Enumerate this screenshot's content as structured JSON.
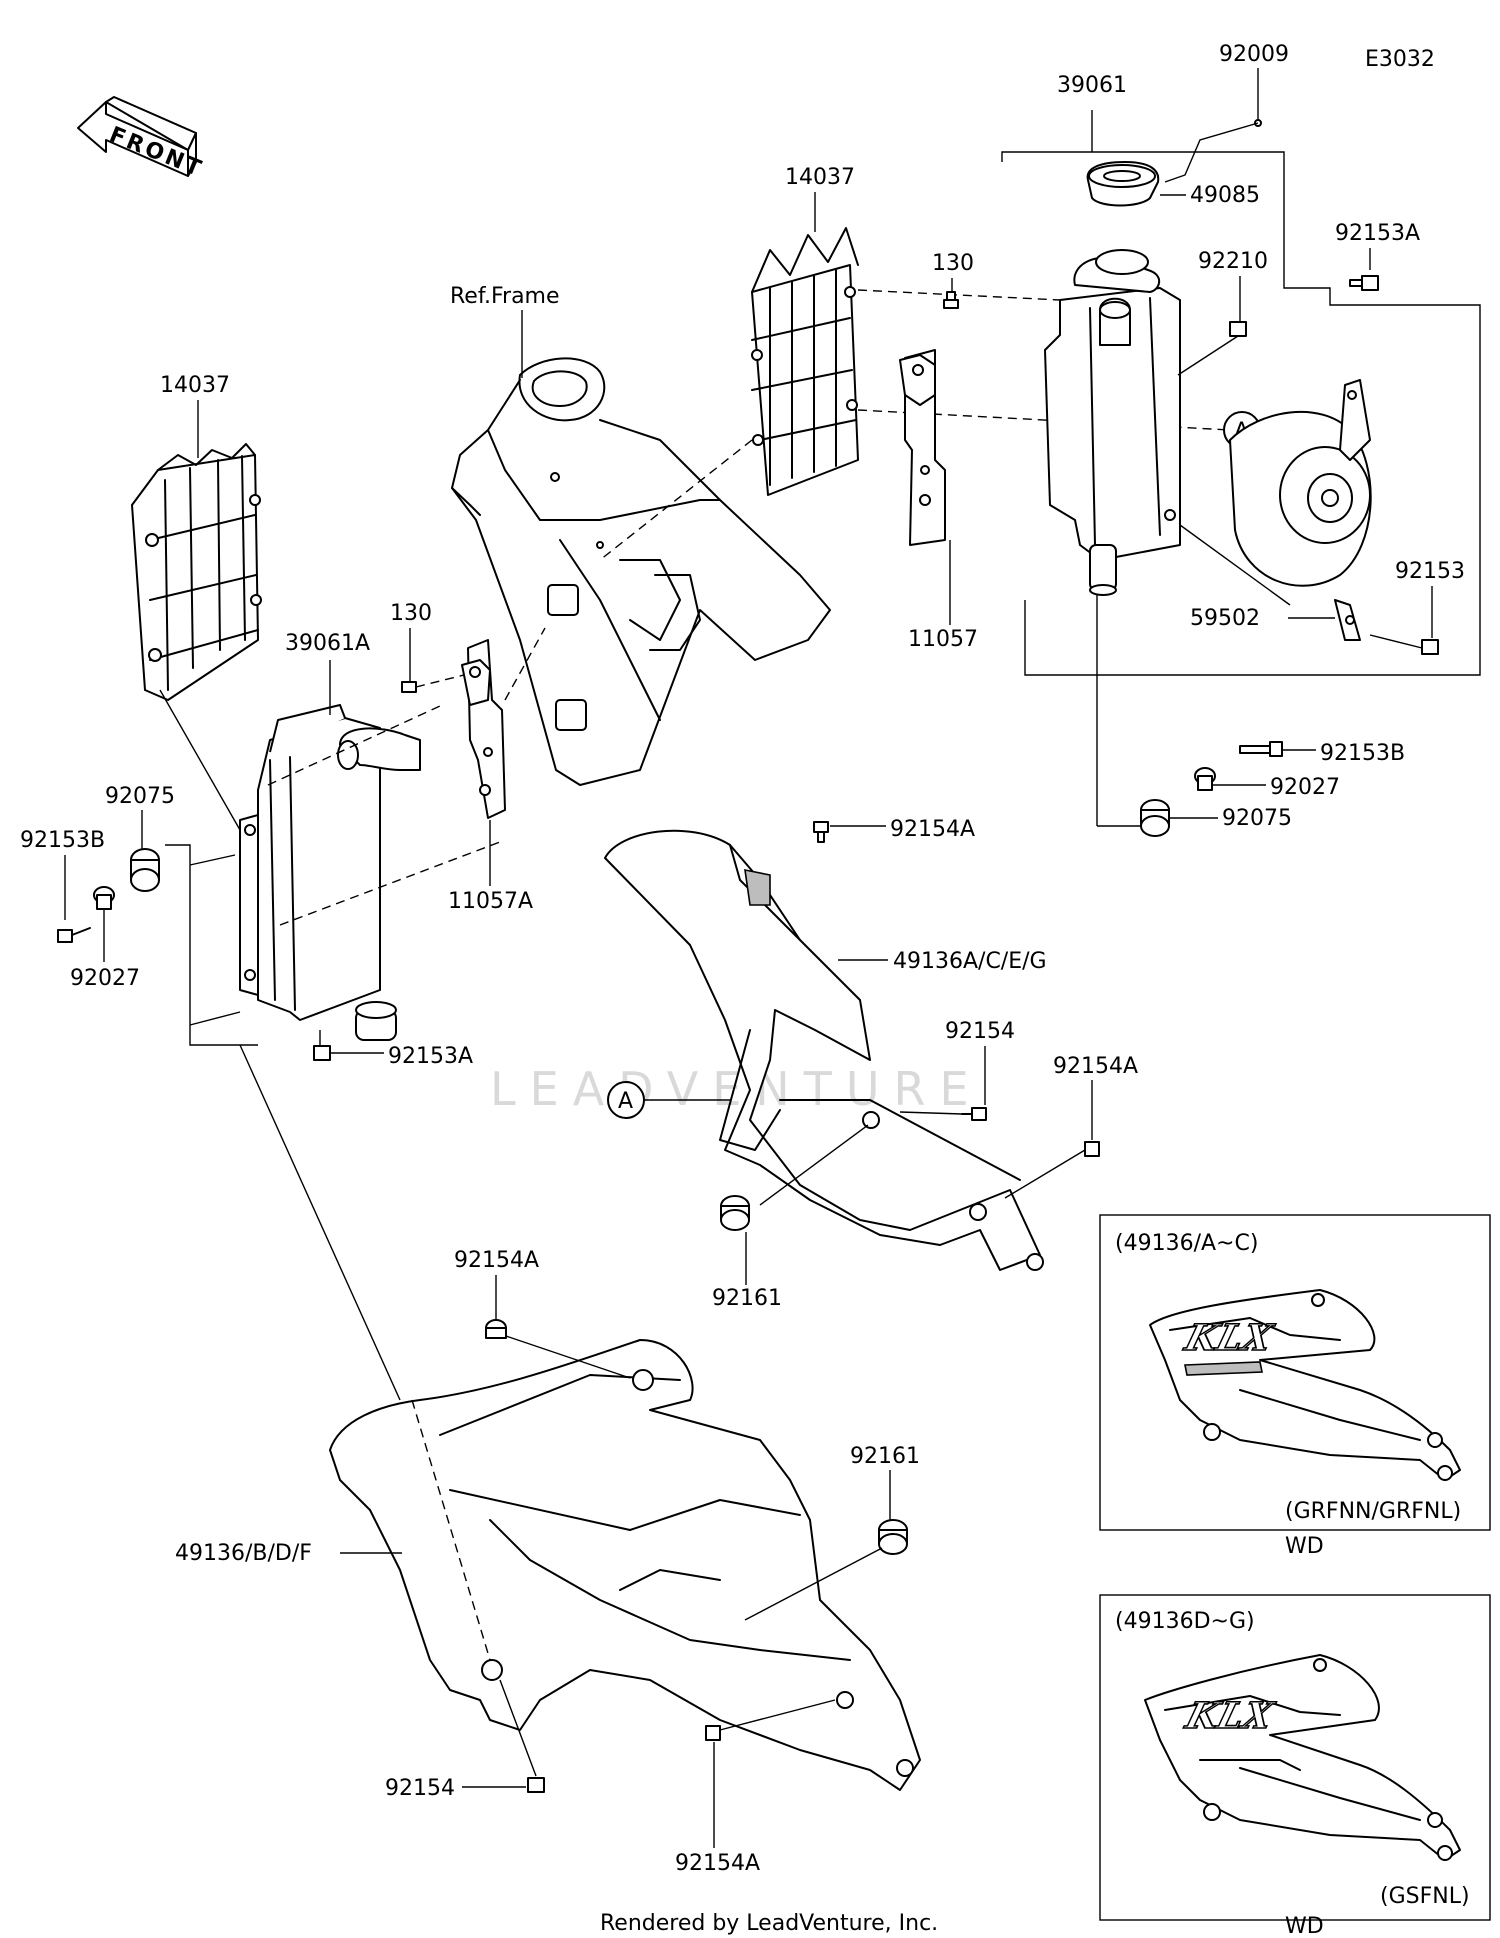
{
  "diagram_code": "E3032",
  "front_arrow": "FRONT",
  "ref_frame": "Ref.Frame",
  "watermark": "LEADVENTURE",
  "footer": "Rendered by LeadVenture, Inc.",
  "callout_a": "A",
  "labels": {
    "p92009": "92009",
    "p39061": "39061",
    "p49085": "49085",
    "p92153A_top": "92153A",
    "p14037_top": "14037",
    "p130_top": "130",
    "p92210": "92210",
    "p11057": "11057",
    "p92153_right": "92153",
    "p59502": "59502",
    "p14037_left": "14037",
    "p130_left": "130",
    "p39061A": "39061A",
    "p11057A": "11057A",
    "p92075_left": "92075",
    "p92153B_left": "92153B",
    "p92027_left": "92027",
    "p92153A_left": "92153A",
    "p92153B_right": "92153B",
    "p92027_right": "92027",
    "p92075_right": "92075",
    "p92154A_1": "92154A",
    "p49136ACEG": "49136A/C/E/G",
    "p92154_mid": "92154",
    "p92154A_2": "92154A",
    "p92161_mid": "92161",
    "p92154A_3": "92154A",
    "p92161_low": "92161",
    "p49136BDF": "49136/B/D/F",
    "p92154_low": "92154",
    "p92154A_4": "92154A"
  },
  "inset_1": {
    "title": "(49136/A~C)",
    "model": "(GRFNN/GRFNL)",
    "variant": "WD",
    "decal": "KLX"
  },
  "inset_2": {
    "title": "(49136D~G)",
    "model": "(GSFNL)",
    "variant": "WD",
    "decal": "KLX"
  }
}
